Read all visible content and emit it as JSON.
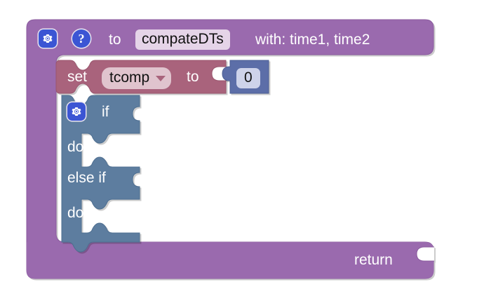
{
  "editor": {
    "background_color": "#ffffff",
    "colors": {
      "procedure_purple": "#9a6aae",
      "procedure_purple_dark": "#88589c",
      "variable_mauve": "#a9647c",
      "control_blue": "#5d7d9f",
      "math_blue": "#5b6ea8",
      "icon_blue": "#3b55d4",
      "field_light": "#e5d4e8",
      "field_mauve": "#e0c4ce",
      "field_lavender": "#ced3ea",
      "text_white": "#ffffff",
      "text_dark": "#111111"
    }
  },
  "procedure_block": {
    "name": "procedure-definition-block",
    "gear_icon": "gear-icon",
    "help_icon": "question-mark-icon",
    "to_label": "to",
    "procedure_name": "compateDTs",
    "with_label": "with: time1, time2",
    "return_label": "return"
  },
  "set_block": {
    "name": "set-variable-block",
    "set_label": "set",
    "variable_name": "tcomp",
    "dropdown_icon": "chevron-down-icon",
    "to_label": "to"
  },
  "math_block": {
    "name": "math-number-block",
    "value": "0"
  },
  "if_block": {
    "name": "controls-if-block",
    "gear_icon": "gear-icon",
    "rows": [
      {
        "label": "if"
      },
      {
        "label": "do"
      },
      {
        "label": "else if"
      },
      {
        "label": "do"
      }
    ]
  }
}
